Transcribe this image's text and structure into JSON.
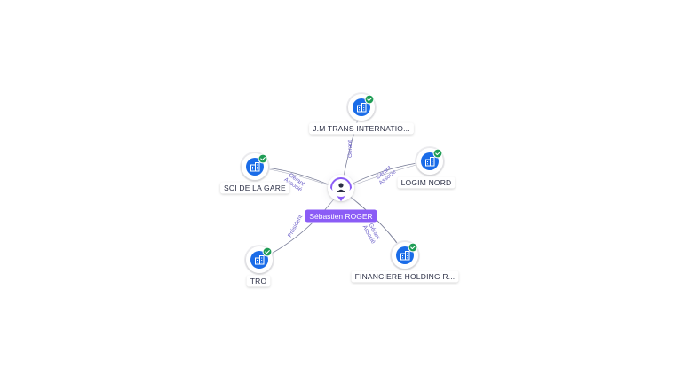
{
  "person": {
    "name": "Sébastien ROGER",
    "icon": "person-icon",
    "color": "#8b5cf6"
  },
  "companies": [
    {
      "id": "jm",
      "name": "J.M TRANS INTERNATIO...",
      "icon": "company-building-icon",
      "badge": "check-badge-icon"
    },
    {
      "id": "logim",
      "name": "LOGIM NORD",
      "icon": "company-building-icon",
      "badge": "check-badge-icon"
    },
    {
      "id": "financiere",
      "name": "FINANCIERE HOLDING R...",
      "icon": "company-building-icon",
      "badge": "check-badge-icon"
    },
    {
      "id": "tro",
      "name": "TRO",
      "icon": "company-building-icon",
      "badge": "check-badge-icon"
    },
    {
      "id": "sci",
      "name": "SCI DE LA GARE",
      "icon": "company-building-icon",
      "badge": "check-badge-icon"
    }
  ],
  "edges": [
    {
      "to": "jm",
      "labels": [
        "Gerant"
      ]
    },
    {
      "to": "logim",
      "labels": [
        "Gérant",
        "Associé"
      ]
    },
    {
      "to": "financiere",
      "labels": [
        "Gérant",
        "Associé"
      ]
    },
    {
      "to": "tro",
      "labels": [
        "Président"
      ]
    },
    {
      "to": "sci",
      "labels": [
        "Gérant",
        "Associé"
      ]
    }
  ],
  "colors": {
    "company_fill": "#1a6ce8",
    "badge": "#1f9d55",
    "edge": "#7b7f99",
    "edge_label": "#6f63c9",
    "person": "#8b5cf6"
  }
}
